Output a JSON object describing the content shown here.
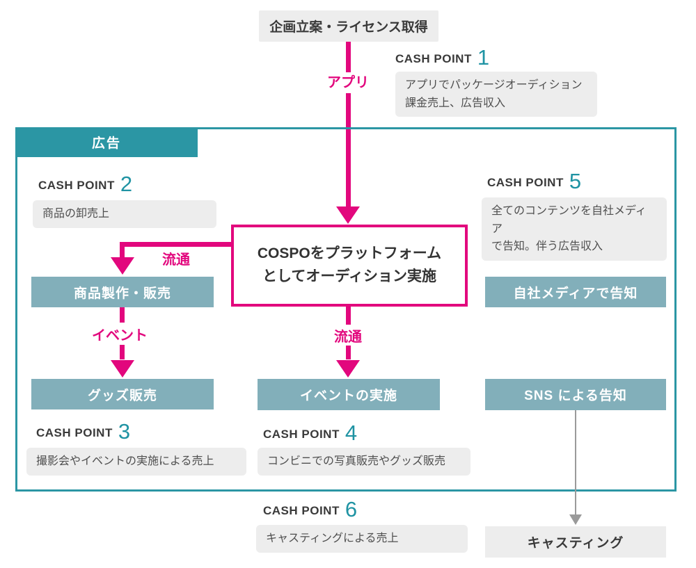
{
  "colors": {
    "magenta": "#e2077d",
    "teal": "#2b96a4",
    "teal_number": "#1f93a3",
    "muted_teal_box": "#82afba",
    "light_gray_box": "#ededed",
    "dark_text": "#3a3a3a",
    "gray_arrow": "#9a9a9a"
  },
  "flow": {
    "plan_license": "企画立案・ライセンス取得",
    "app_arrow_label": "アプリ",
    "ad_tab": "広告",
    "platform_box": "COSPOをプラットフォーム\nとしてオーディション実施",
    "distribution_label_left": "流通",
    "distribution_label_center": "流通",
    "event_arrow_label": "イベント",
    "product_box": "商品製作・販売",
    "goods_box": "グッズ販売",
    "event_box": "イベントの実施",
    "own_media_box": "自社メディアで告知",
    "sns_box": "SNS による告知",
    "casting_box": "キャスティング"
  },
  "cash_points": [
    {
      "label": "CASH POINT",
      "number": "1",
      "desc": "アプリでパッケージオーディション\n課金売上、広告収入"
    },
    {
      "label": "CASH POINT",
      "number": "2",
      "desc": "商品の卸売上"
    },
    {
      "label": "CASH POINT",
      "number": "3",
      "desc": "撮影会やイベントの実施による売上"
    },
    {
      "label": "CASH POINT",
      "number": "4",
      "desc": "コンビニでの写真販売やグッズ販売"
    },
    {
      "label": "CASH POINT",
      "number": "5",
      "desc": "全てのコンテンツを自社メディア\nで告知。伴う広告収入"
    },
    {
      "label": "CASH POINT",
      "number": "6",
      "desc": "キャスティングによる売上"
    }
  ]
}
